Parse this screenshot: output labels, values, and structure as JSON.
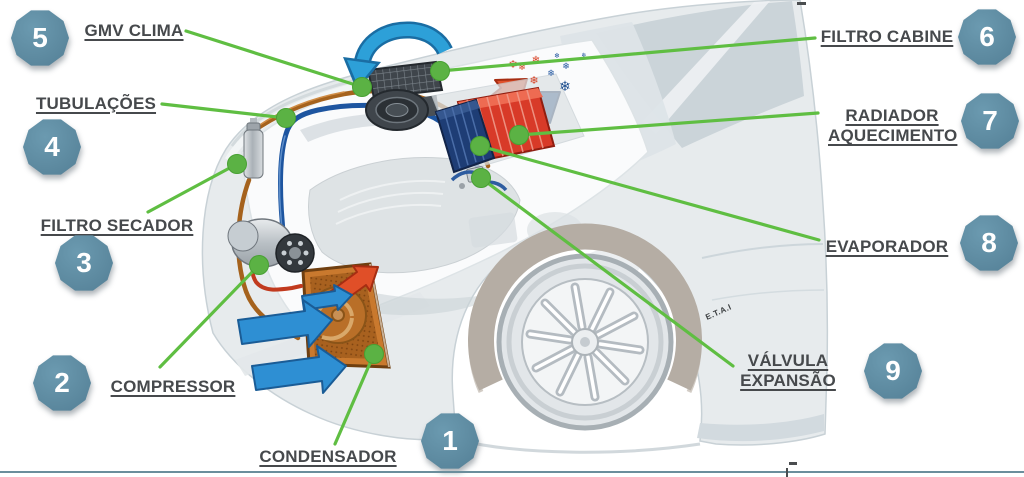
{
  "callouts": [
    {
      "number": "1",
      "label": "CONDENSADOR"
    },
    {
      "number": "2",
      "label": "COMPRESSOR"
    },
    {
      "number": "3",
      "label": "FILTRO SECADOR"
    },
    {
      "number": "4",
      "label": "TUBULAÇÕES"
    },
    {
      "number": "5",
      "label": "GMV CLIMA"
    },
    {
      "number": "6",
      "label": "FILTRO CABINE"
    },
    {
      "number": "7",
      "label": "RADIADOR AQUECIMENTO"
    },
    {
      "number": "8",
      "label": "EVAPORADOR"
    },
    {
      "number": "9",
      "label": "VÁLVULA EXPANSÃO"
    }
  ],
  "car_marking": "E.T.A.I",
  "colors": {
    "badge": "#5e8ba1",
    "callout_line": "#5fbe42",
    "label_text": "#46494c",
    "hot_air_arrow": "#e0502b",
    "cold_air_arrow": "#1c4680",
    "airflow_arrow": "#2e8fd3",
    "condenser": "#c9792e",
    "heater_core": "#d83a28",
    "evaporator": "#1e3d75",
    "liquid_tube": "#a5621d",
    "suction_tube": "#1d55a0",
    "bottom_rule": "#6b8e9c"
  }
}
